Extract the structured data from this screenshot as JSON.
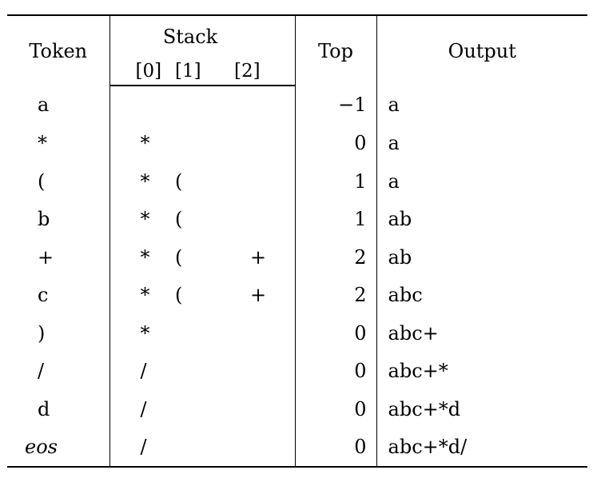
{
  "headers": {
    "token": "Token",
    "stack": "Stack",
    "top": "Top",
    "output": "Output",
    "stack_indices": [
      "[0]",
      "[1]",
      "[2]"
    ]
  },
  "rows": [
    {
      "token": "a",
      "stack": [
        "",
        "",
        ""
      ],
      "top": "−1",
      "output": "a"
    },
    {
      "token": "*",
      "stack": [
        "*",
        "",
        ""
      ],
      "top": "0",
      "output": "a"
    },
    {
      "token": "(",
      "stack": [
        "*",
        "(",
        ""
      ],
      "top": "1",
      "output": "a"
    },
    {
      "token": "b",
      "stack": [
        "*",
        "(",
        ""
      ],
      "top": "1",
      "output": "ab"
    },
    {
      "token": "+",
      "stack": [
        "*",
        "(",
        "+"
      ],
      "top": "2",
      "output": "ab"
    },
    {
      "token": "c",
      "stack": [
        "*",
        "(",
        "+"
      ],
      "top": "2",
      "output": "abc"
    },
    {
      "token": ")",
      "stack": [
        "*",
        "",
        ""
      ],
      "top": "0",
      "output": "abc+"
    },
    {
      "token": "/",
      "stack": [
        "/",
        "",
        ""
      ],
      "top": "0",
      "output": "abc+*"
    },
    {
      "token": "d",
      "stack": [
        "/",
        "",
        ""
      ],
      "top": "0",
      "output": "abc+*d"
    },
    {
      "token": "eos",
      "stack": [
        "/",
        "",
        ""
      ],
      "top": "0",
      "output": "abc+*d/"
    }
  ]
}
